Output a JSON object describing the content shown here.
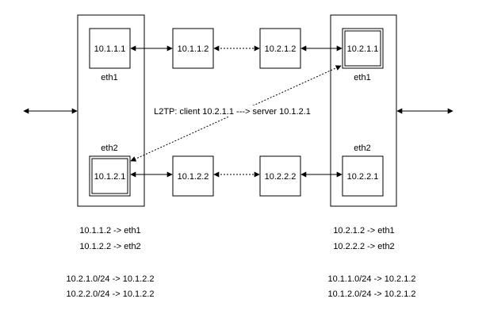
{
  "left_host": {
    "eth1_ip": "10.1.1.1",
    "eth1_name": "eth1",
    "eth2_ip": "10.1.2.1",
    "eth2_name": "eth2"
  },
  "right_host": {
    "eth1_ip": "10.2.1.1",
    "eth1_name": "eth1",
    "eth2_ip": "10.2.2.1",
    "eth2_name": "eth2"
  },
  "routers": {
    "top_left": "10.1.1.2",
    "top_right": "10.2.1.2",
    "bottom_left": "10.1.2.2",
    "bottom_right": "10.2.2.2"
  },
  "tunnel_label": "L2TP: client 10.2.1.1 ---> server 10.1.2.1",
  "left_routes": [
    "10.1.1.2 -> eth1",
    "10.1.2.2 -> eth2",
    "10.2.1.0/24 -> 10.1.2.2",
    "10.2.2.0/24 -> 10.1.2.2"
  ],
  "right_routes": [
    "10.2.1.2 -> eth1",
    "10.2.2.2 -> eth2",
    "10.1.1.0/24 -> 10.2.1.2",
    "10.1.2.0/24 -> 10.2.1.2"
  ]
}
